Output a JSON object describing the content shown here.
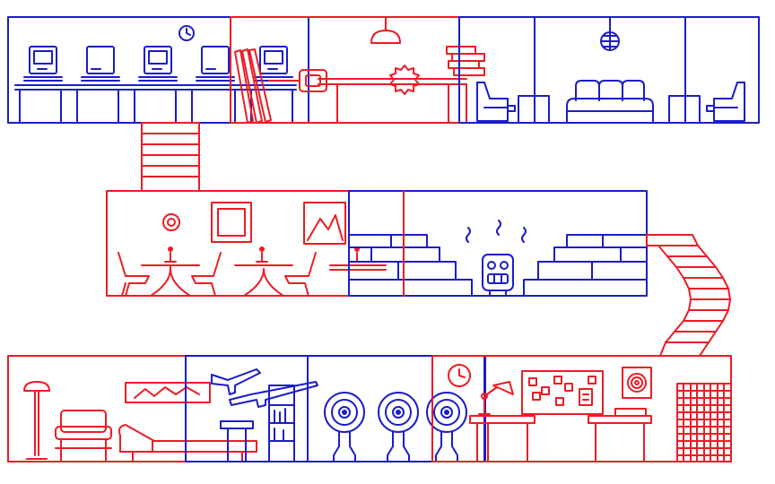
{
  "colors": {
    "red": "#ec1c24",
    "blue": "#1c1cc8",
    "background": "#ffffff"
  },
  "scene": {
    "floors": [
      {
        "level": "top",
        "rooms": [
          "computer-lab",
          "workshop-table-room",
          "lounge"
        ]
      },
      {
        "level": "middle",
        "rooms": [
          "dining-room",
          "stage-room"
        ]
      },
      {
        "level": "bottom",
        "rooms": [
          "living-room",
          "gun-room",
          "target-range",
          "office"
        ]
      }
    ],
    "icons": [
      "wall-clock-icon",
      "ceiling-lamp-icon",
      "disco-ball-icon",
      "computer-icon",
      "candle-icon",
      "robot-icon",
      "target-icon",
      "rifle-icon",
      "floor-lamp-icon",
      "desk-lamp-icon",
      "bulletin-board-icon"
    ]
  }
}
